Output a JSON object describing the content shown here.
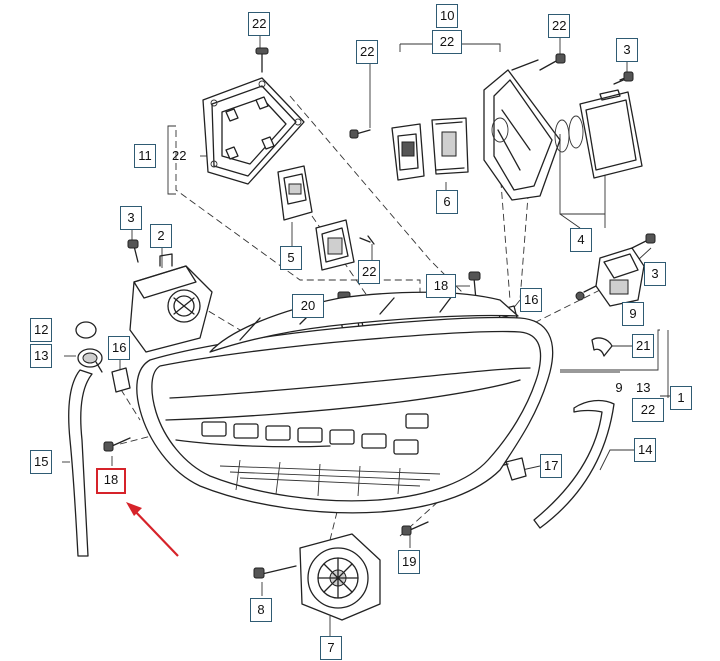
{
  "diagram": {
    "highlight_color": "#d6232a",
    "label_border_color": "#2f5b73",
    "labels": {
      "l22_top": "22",
      "l10": "10",
      "l22_10": "22",
      "l22_left": "22",
      "l22_right": "22",
      "l3_topright": "3",
      "l11": "11",
      "l22_11": "22",
      "l6": "6",
      "l3_left": "3",
      "l2": "2",
      "l5": "5",
      "l22_mid": "22",
      "l4": "4",
      "l3_right": "3",
      "l18_top": "18",
      "l9_right": "9",
      "l20": "20",
      "l16_right": "16",
      "l12": "12",
      "l13_left": "13",
      "l16_left": "16",
      "l21": "21",
      "l9": "9",
      "l13": "13",
      "l22_1": "22",
      "l1": "1",
      "l15": "15",
      "l14": "14",
      "l17": "17",
      "l18": "18",
      "l19": "19",
      "l8": "8",
      "l7": "7"
    }
  }
}
